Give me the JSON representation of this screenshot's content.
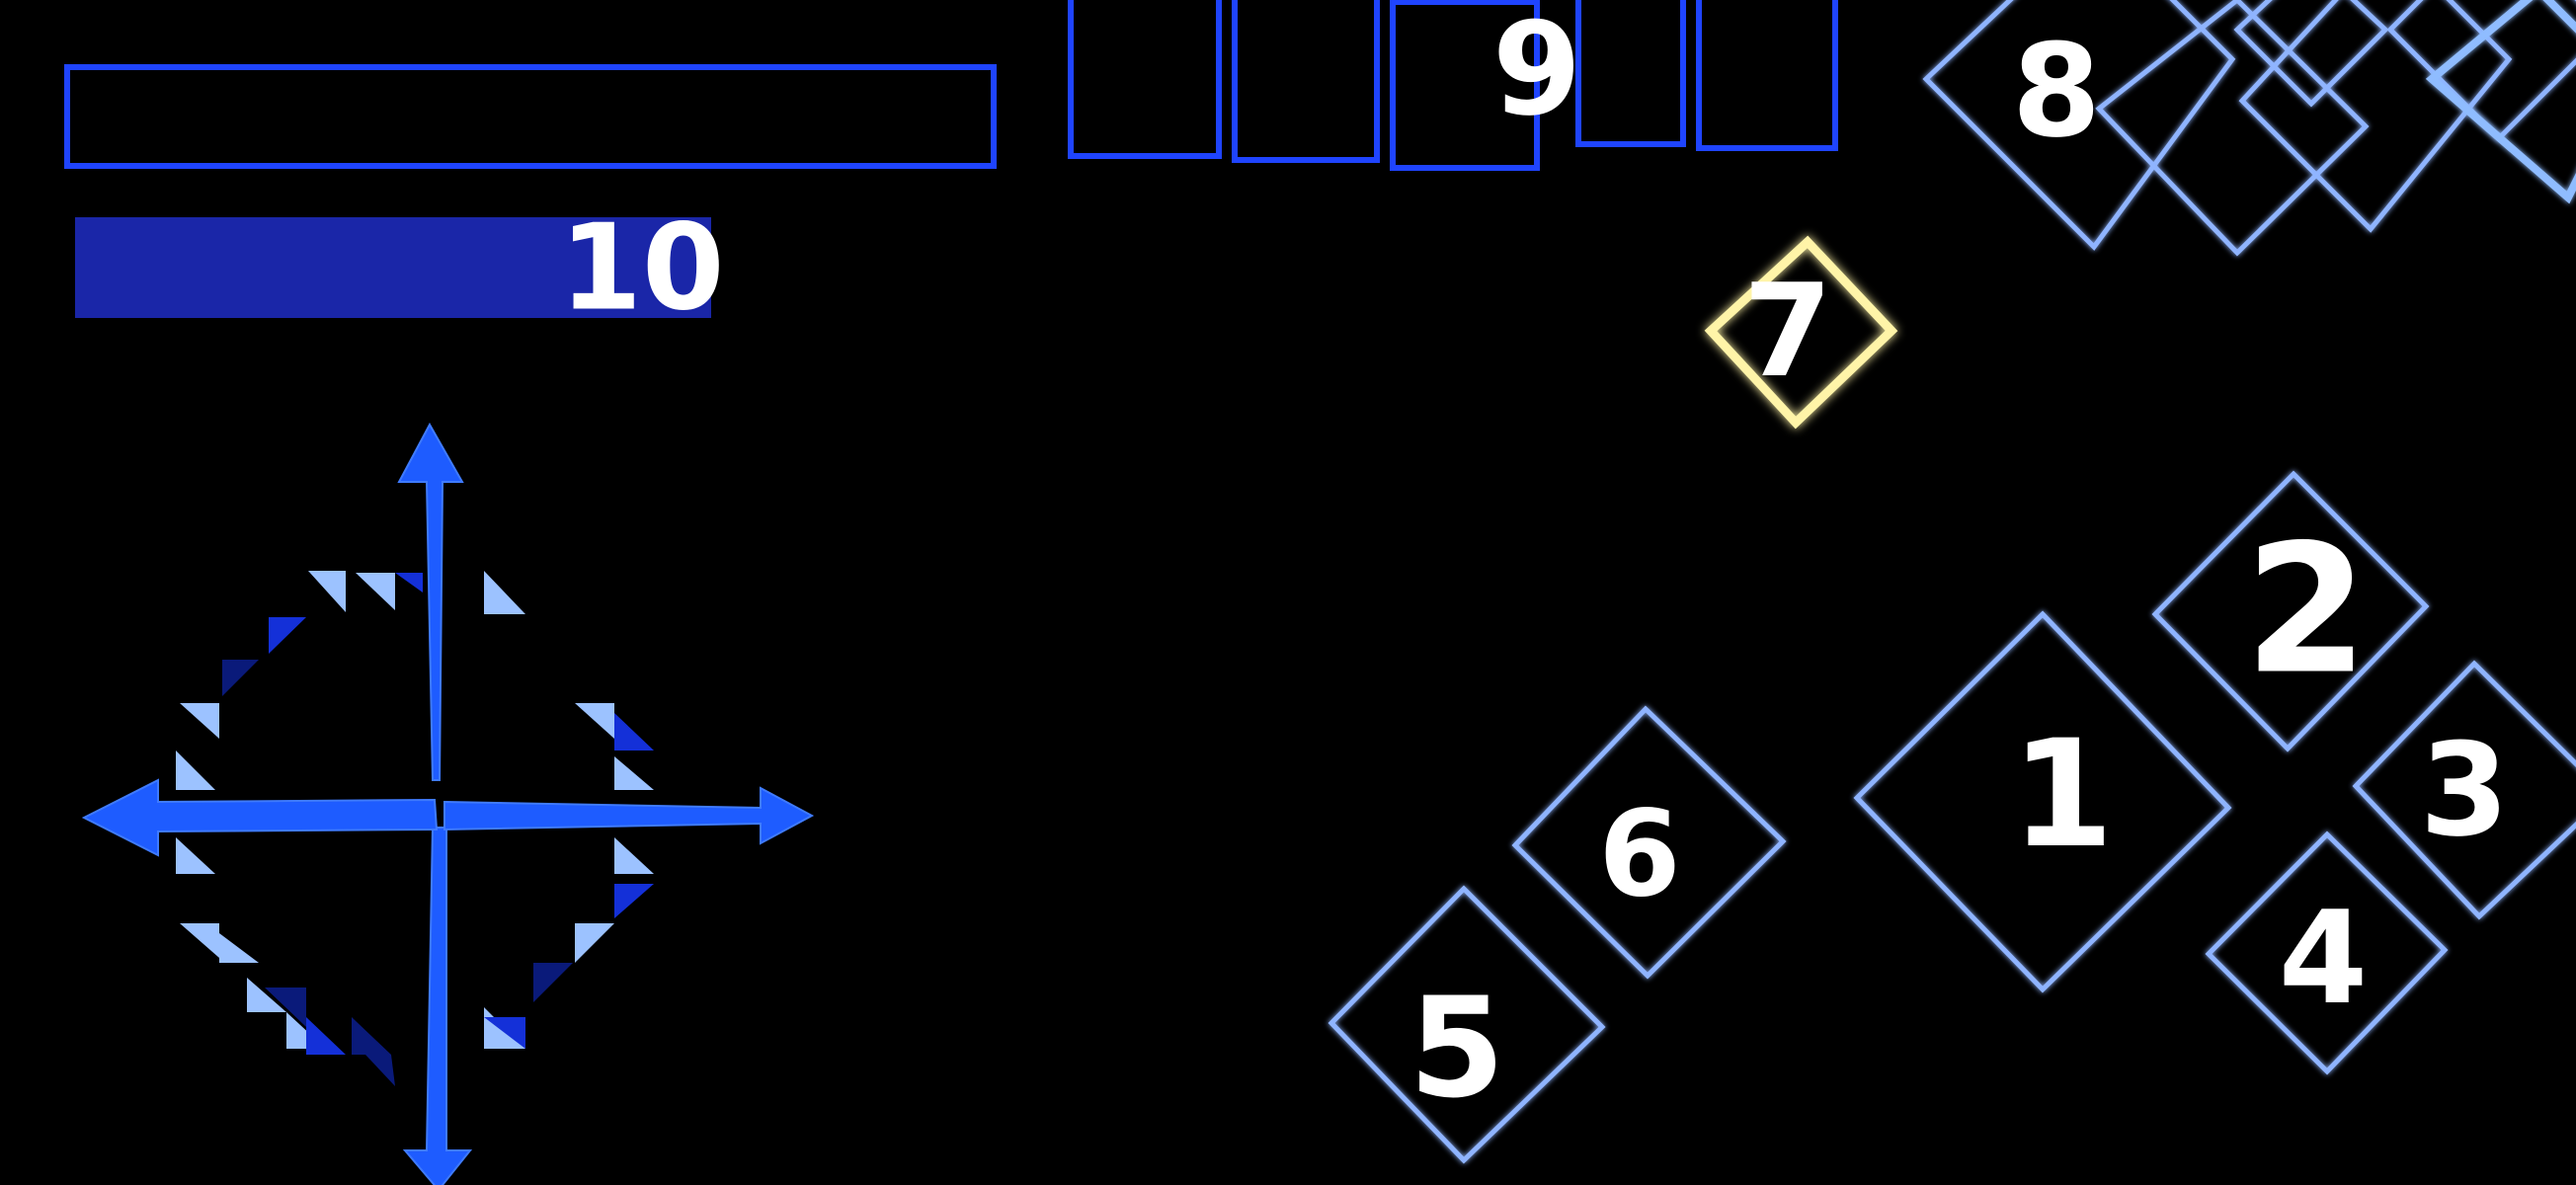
{
  "game": {
    "bar_empty": {
      "label": ""
    },
    "bar_filled": {
      "label": "10",
      "fill_fraction": 0.7
    },
    "tile_row_label": "9",
    "tiles": [
      {
        "id": "1",
        "label": "1"
      },
      {
        "id": "2",
        "label": "2"
      },
      {
        "id": "3",
        "label": "3"
      },
      {
        "id": "4",
        "label": "4"
      },
      {
        "id": "5",
        "label": "5"
      },
      {
        "id": "6",
        "label": "6"
      },
      {
        "id": "7",
        "label": "7"
      },
      {
        "id": "8",
        "label": "8"
      }
    ]
  },
  "colors": {
    "background": "#000000",
    "bar_outline": "#1f44ff",
    "bar_fill": "#1a26a8",
    "tile_outline": "#8fb4ff",
    "highlight_tile": "#fff4a8",
    "arrows": "#1e5cff"
  },
  "icons": [
    "four-way-arrows-icon",
    "diamond-tile-icon"
  ]
}
